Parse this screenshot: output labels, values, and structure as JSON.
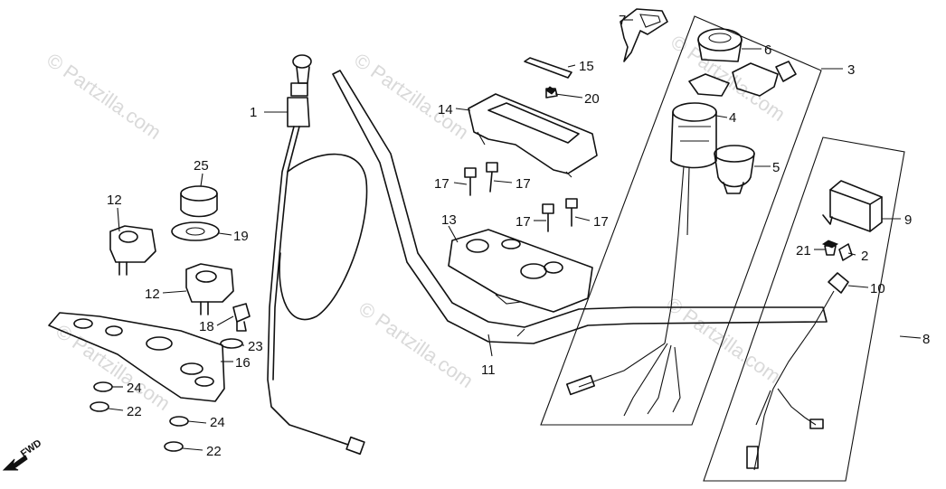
{
  "watermark": "© Partzilla.com",
  "direction_label": "FWD",
  "callouts": {
    "p1": "1",
    "p2": "2",
    "p3": "3",
    "p4": "4",
    "p5": "5",
    "p6": "6",
    "p7": "7",
    "p8": "8",
    "p9": "9",
    "p10": "10",
    "p11": "11",
    "p12a": "12",
    "p12b": "12",
    "p13": "13",
    "p14": "14",
    "p15": "15",
    "p16": "16",
    "p17a": "17",
    "p17b": "17",
    "p17c": "17",
    "p17d": "17",
    "p18": "18",
    "p19": "19",
    "p20": "20",
    "p21": "21",
    "p22a": "22",
    "p22b": "22",
    "p23": "23",
    "p24a": "24",
    "p24b": "24",
    "p25": "25"
  }
}
